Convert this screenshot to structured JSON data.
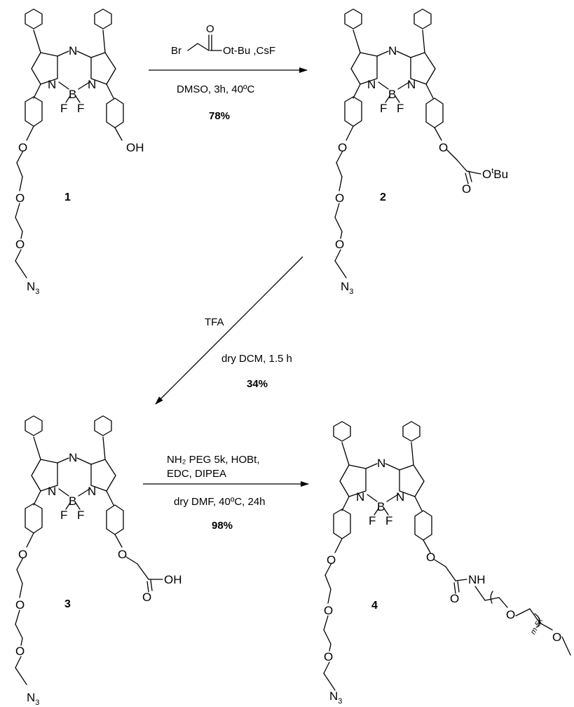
{
  "compounds": [
    {
      "number": "1",
      "phenol_label": "OH"
    },
    {
      "number": "2",
      "ester_tail_label": "O",
      "tbu_label": "Bu",
      "tbu_sup": "t"
    },
    {
      "number": "3",
      "acid_label": "OH"
    },
    {
      "number": "4",
      "amide_label": "NH",
      "peg_repeat_label": "m-5k"
    }
  ],
  "core_labels": {
    "n_bridge": "N",
    "n_left": "N",
    "n_right": "N",
    "boron": "B",
    "fluorine_left": "F",
    "fluorine_right": "F",
    "ether_o": "O",
    "carbonyl_o": "O",
    "azide": "N",
    "azide_sub": "3"
  },
  "reactions": [
    {
      "step": 1,
      "reagent_top_br": "Br",
      "reagent_top_o": "O",
      "reagent_top_rest": "Ot-Bu ,CsF",
      "conditions": "DMSO, 3h, 40ºC",
      "yield": "78%"
    },
    {
      "step": 2,
      "reagent": "TFA",
      "conditions": "dry DCM, 1.5 h",
      "yield": "34%"
    },
    {
      "step": 3,
      "reagent_line1": "NH₂ PEG 5k, HOBt,",
      "reagent_line2": "EDC, DIPEA",
      "conditions": "dry DMF, 40ºC, 24h",
      "yield": "98%"
    }
  ]
}
